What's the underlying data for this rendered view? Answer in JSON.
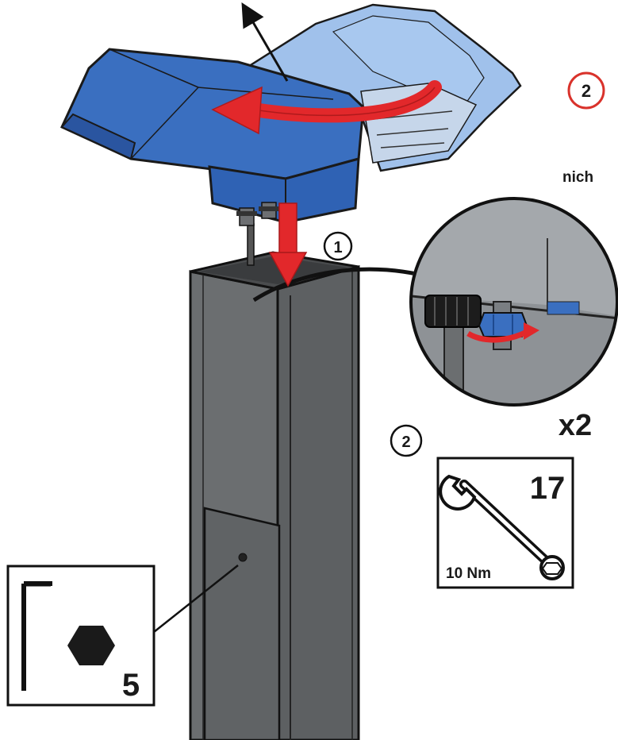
{
  "steps": {
    "step1_label": "1",
    "step2_label": "2",
    "side_step_label": "2"
  },
  "side_text": "nich",
  "top_text_fragment": "",
  "detail": {
    "multiplier": "x2"
  },
  "wrench": {
    "size": "17",
    "torque": "10 Nm"
  },
  "hex_key": {
    "size": "5"
  },
  "colors": {
    "housing_blue": "#3a6fc0",
    "housing_blue_dark": "#2a55a0",
    "lid_translucent": "#8fb6e8",
    "arrow_red": "#e2282b",
    "post_gray": "#6b6e70",
    "post_gray_dark": "#55585a",
    "step_circle_red": "#d9322b"
  }
}
